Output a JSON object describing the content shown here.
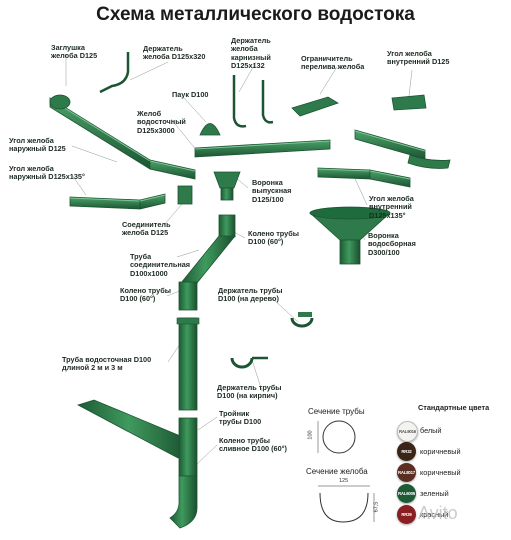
{
  "title": "Схема металлического водостока",
  "labels": {
    "cap": "Заглушка\nжелоба D125",
    "holder": "Держатель\nжелоба D125x320",
    "eaves": "Держатель\nжелоба\nкарнизный\nD125x132",
    "limiter": "Ограничитель\nперелива желоба",
    "inner_corner": "Угол желоба\nвнутренний D125",
    "spider": "Паук D100",
    "gutter": "Желоб\nводосточный\nD125x3000",
    "outer_corner": "Угол желоба\nнаружный D125",
    "outer_corner_135": "Угол желоба\nнаружный D125x135°",
    "outlet": "Воронка\nвыпускная\nD125/100",
    "inner_corner_135": "Угол желоба\nвнутренний\nD125x135°",
    "connector": "Соединитель\nжелоба D125",
    "elbow_top": "Колено трубы\nD100 (60°)",
    "funnel": "Воронка\nводосборная\nD300/100",
    "conn_pipe": "Труба\nсоединительная\nD100x1000",
    "elbow_mid": "Колено трубы\nD100 (60°)",
    "pipe_holder_wood": "Держатель трубы\nD100 (на дерево)",
    "down_pipe": "Труба водосточная D100\nдлиной 2 м и 3 м",
    "pipe_holder_brick": "Держатель трубы\nD100 (на кирпич)",
    "tee": "Тройник\nтрубы D100",
    "drain_elbow": "Колено трубы\nсливное D100 (60°)"
  },
  "sections": {
    "pipe_label": "Сечение трубы",
    "gutter_label": "Сечение желоба",
    "pipe_dim": "100",
    "gutter_width": "125",
    "gutter_depth": "67,5"
  },
  "colors": {
    "heading": "Стандартные цвета",
    "items": [
      {
        "code": "RAL9016",
        "name": "белый",
        "hex": "#f3f3f0",
        "text": "#555555"
      },
      {
        "code": "RR32",
        "name": "коричневый",
        "hex": "#3a2418",
        "text": "#ffffff"
      },
      {
        "code": "RAL8017",
        "name": "коричневый",
        "hex": "#5a2e22",
        "text": "#ffffff"
      },
      {
        "code": "RAL6005",
        "name": "зеленый",
        "hex": "#1f5a36",
        "text": "#ffffff"
      },
      {
        "code": "RR29",
        "name": "красный",
        "hex": "#8a1f22",
        "text": "#ffffff"
      }
    ]
  },
  "theme": {
    "part_color": "#2e7a4a",
    "part_dark": "#1c5533",
    "label_color": "#1d2a22"
  },
  "watermark": "Avito"
}
